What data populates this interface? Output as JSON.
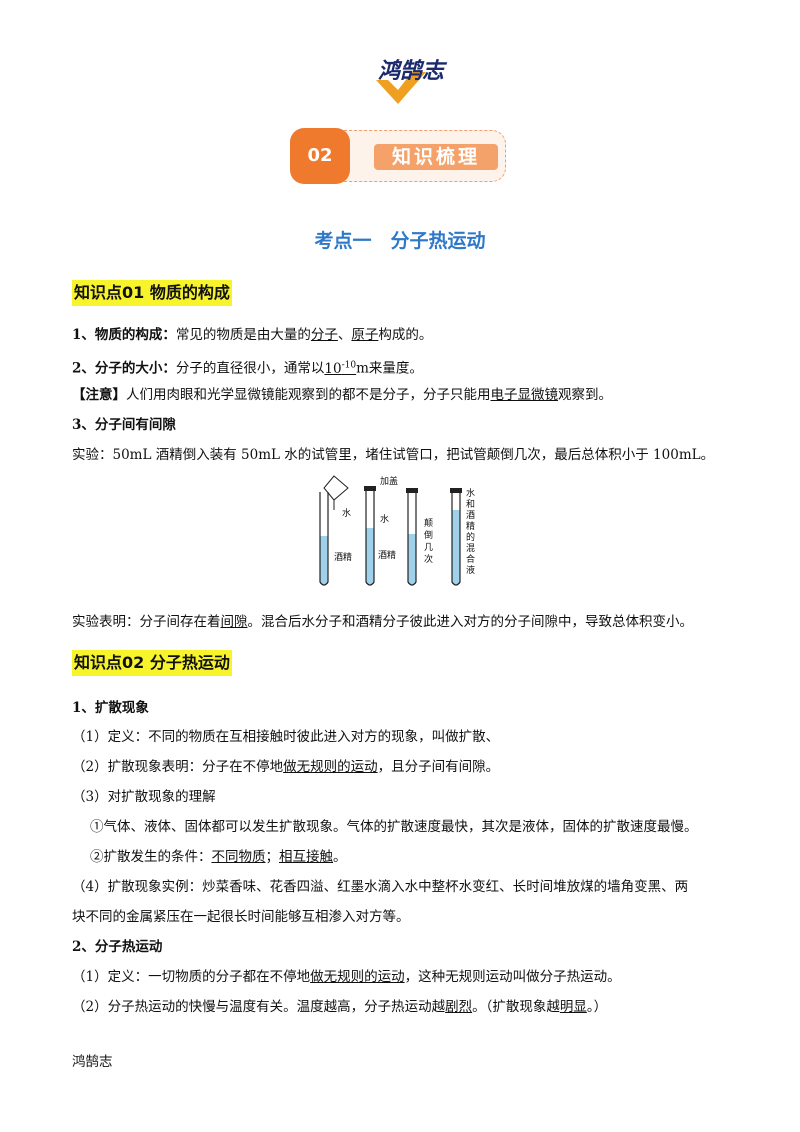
{
  "logo_text": "鸿鹄志",
  "banner": {
    "number": "02",
    "title": "知识梳理"
  },
  "heading": "考点一　分子热运动",
  "kp1": {
    "title": "知识点01 物质的构成"
  },
  "p1": {
    "label": "1、物质的构成：",
    "t1": "常见的物质是由大量的",
    "u1": "分子",
    "t2": "、",
    "u2": "原子",
    "t3": "构成的。"
  },
  "p2": {
    "label": "2、分子的大小：",
    "t1": "分子的直径很小，通常以",
    "u1": "10",
    "sup": "-10",
    "t2": "m来量度。"
  },
  "p3": {
    "label": "【注意】",
    "t1": "人们用肉眼和光学显微镜能观察到的都不是分子，分子只能用",
    "u1": "电子显微镜",
    "t2": "观察到。"
  },
  "p4": {
    "label": "3、分子间有间隙"
  },
  "p5": {
    "text": "实验：50mL 酒精倒入装有 50mL 水的试管里，堵住试管口，把试管颠倒几次，最后总体积小于 100mL。"
  },
  "figure": {
    "l_cover": "加盖",
    "l_water1": "水",
    "l_water2": "水",
    "l_alcohol1": "酒精",
    "l_alcohol2": "酒精",
    "l_invert": [
      "颠",
      "倒",
      "几",
      "次"
    ],
    "l_mix": [
      "水",
      "和",
      "酒",
      "精",
      "的",
      "混",
      "合",
      "液"
    ]
  },
  "p6": {
    "t1": "实验表明：分子间存在着",
    "u1": "间隙",
    "t2": "。混合后水分子和酒精分子彼此进入对方的分子间隙中，导致总体积变小。"
  },
  "kp2": {
    "title": "知识点02 分子热运动"
  },
  "q1": {
    "label": "1、扩散现象"
  },
  "q2": {
    "text": "（1）定义：不同的物质在互相接触时彼此进入对方的现象，叫做扩散、"
  },
  "q3": {
    "t1": "（2）扩散现象表明：分子在不停地",
    "u1": "做无规则的运动",
    "t2": "，且分子间有间隙。"
  },
  "q4": {
    "text": "（3）对扩散现象的理解"
  },
  "q5": {
    "text": "①气体、液体、固体都可以发生扩散现象。气体的扩散速度最快，其次是液体，固体的扩散速度最慢。"
  },
  "q6": {
    "t1": "②扩散发生的条件：",
    "u1": "不同物质",
    "t2": "；",
    "u2": "相互接触",
    "t3": "。"
  },
  "q7": {
    "text": "（4）扩散现象实例：炒菜香味、花香四溢、红墨水滴入水中整杯水变红、长时间堆放煤的墙角变黑、两"
  },
  "q8": {
    "text": "块不同的金属紧压在一起很长时间能够互相渗入对方等。"
  },
  "r1": {
    "label": "2、分子热运动"
  },
  "r2": {
    "t1": "（1）定义：一切物质的分子都在不停地",
    "u1": "做无规则的运动",
    "t2": "，这种无规则运动叫做分子热运动。"
  },
  "r3": {
    "t1": "（2）分子热运动的快慢与温度有关。温度越高，分子热运动越",
    "u1": "剧烈",
    "t2": "。（扩散现象越",
    "u2": "明显",
    "t3": "。）"
  },
  "footer": "鸿鹄志",
  "colors": {
    "heading": "#2e78c8",
    "highlight": "#f7f42c",
    "banner": "#ef7a2e",
    "liquid": "#9fd2ea"
  }
}
